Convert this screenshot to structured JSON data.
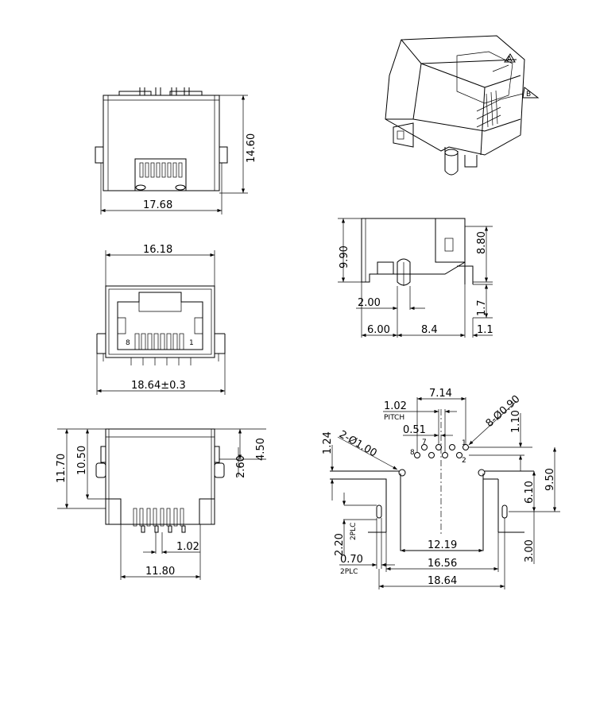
{
  "title": "RJ45 Jack Mechanical Drawing",
  "views": {
    "top_view": {
      "width": "17.68",
      "height": "14.60"
    },
    "front_view": {
      "body_width": "16.18",
      "overall_width": "18.64±0.3",
      "pin_left": "8",
      "pin_right": "1"
    },
    "bottom_view": {
      "h1": "11.70",
      "h2": "10.50",
      "h3": "4.50",
      "h4": "2.60",
      "pitch": "1.02",
      "span": "11.80"
    },
    "iso_view": {
      "callout_a": "A",
      "callout_b": "B"
    },
    "side_view": {
      "height1": "9.90",
      "height2": "8.80",
      "d1": "2.00",
      "d2": "6.00",
      "d3": "8.4",
      "d4": "1.1",
      "d5": "1.7"
    },
    "pcb_layout": {
      "span": "7.14",
      "pitch": "1.02",
      "pitch_label": "PITCH",
      "offset": "0.51",
      "pin_holes": "8-Ø0.90",
      "peg_holes": "2-Ø1.00",
      "v1": "1.24",
      "v2": "1.10",
      "v3": "9.50",
      "v4": "6.10",
      "v5": "3.00",
      "v6": "2.20",
      "plc1": "2PLC",
      "d_small": "0.70",
      "plc2": "2PLC",
      "w1": "12.19",
      "w2": "16.56",
      "w3": "18.64",
      "pin1": "1",
      "pin2": "2",
      "pin7": "7",
      "pin8": "8"
    }
  }
}
